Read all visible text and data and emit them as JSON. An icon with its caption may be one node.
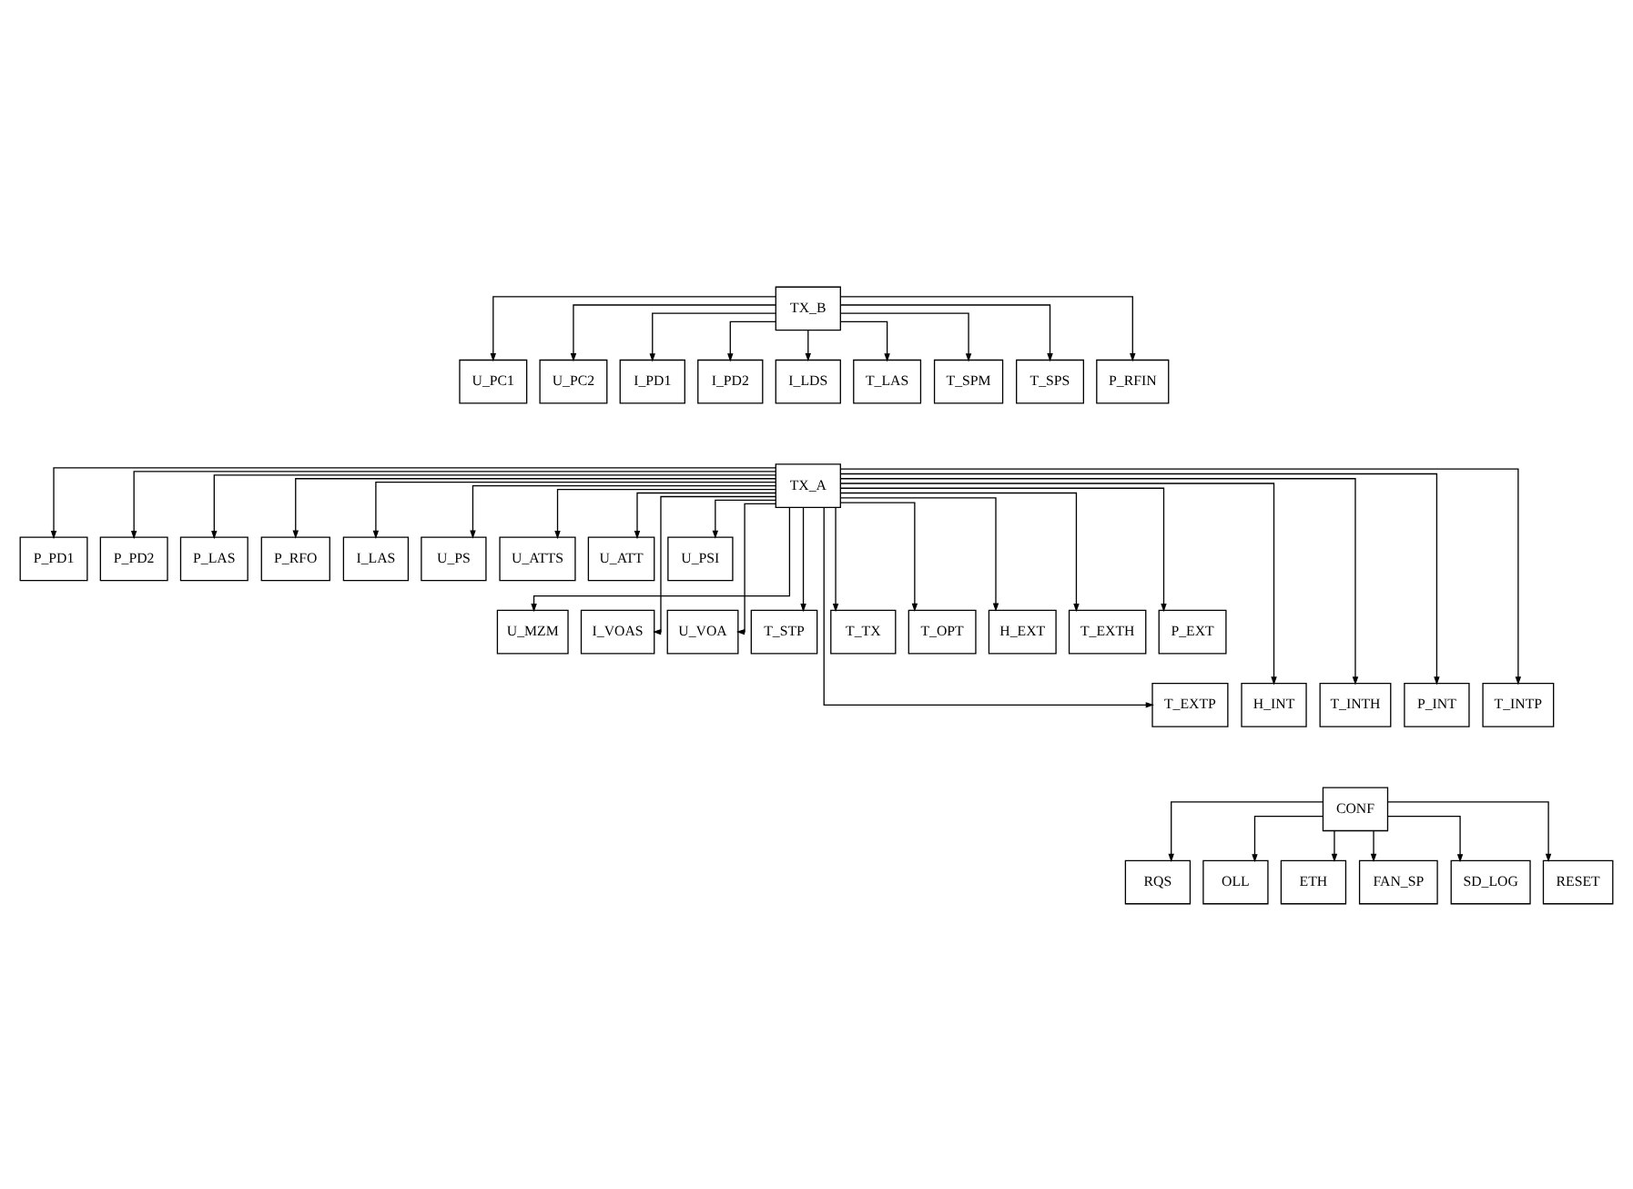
{
  "diagram": {
    "nodes": [
      {
        "text": [
          "TX_B"
        ]
      },
      {
        "text": [
          "U_PC1"
        ]
      },
      {
        "text": [
          "U_PC2"
        ]
      },
      {
        "text": [
          "I_PD1"
        ]
      },
      {
        "text": [
          "I_PD2"
        ]
      },
      {
        "text": [
          "I_LDS"
        ]
      },
      {
        "text": [
          "T_LAS"
        ]
      },
      {
        "text": [
          "T_SPM"
        ]
      },
      {
        "text": [
          "T_SPS"
        ]
      },
      {
        "text": [
          "P_RFIN"
        ]
      },
      {
        "text": [
          "TX_A"
        ]
      },
      {
        "text": [
          "P_PD1"
        ]
      },
      {
        "text": [
          "P_PD2"
        ]
      },
      {
        "text": [
          "P_LAS"
        ]
      },
      {
        "text": [
          "P_RFO"
        ]
      },
      {
        "text": [
          "I_LAS"
        ]
      },
      {
        "text": [
          "U_PS"
        ]
      },
      {
        "text": [
          "U_ATTS"
        ]
      },
      {
        "text": [
          "U_ATT"
        ]
      },
      {
        "text": [
          "U_PSI"
        ]
      },
      {
        "text": [
          "U_MZM"
        ]
      },
      {
        "text": [
          "I_VOAS"
        ]
      },
      {
        "text": [
          "U_VOA"
        ]
      },
      {
        "text": [
          "T_STP"
        ]
      },
      {
        "text": [
          "T_TX"
        ]
      },
      {
        "text": [
          "T_OPT"
        ]
      },
      {
        "text": [
          "H_EXT"
        ]
      },
      {
        "text": [
          "T_EXTH"
        ]
      },
      {
        "text": [
          "P_EXT"
        ]
      },
      {
        "text": [
          "T_EXTP"
        ]
      },
      {
        "text": [
          "H_INT"
        ]
      },
      {
        "text": [
          "T_INTH"
        ]
      },
      {
        "text": [
          "P_INT"
        ]
      },
      {
        "text": [
          "T_INTP"
        ]
      },
      {
        "text": [
          "CONF"
        ]
      },
      {
        "text": [
          "RQS"
        ]
      },
      {
        "text": [
          "OLL"
        ]
      },
      {
        "text": [
          "ETH"
        ]
      },
      {
        "text": [
          "FAN_SP"
        ]
      },
      {
        "text": [
          "SD_LOG"
        ]
      },
      {
        "text": [
          "RESET"
        ]
      }
    ],
    "edges": [
      {
        "from": 0,
        "to": 1,
        "arrow": "to"
      },
      {
        "from": 0,
        "to": 2,
        "arrow": "to"
      },
      {
        "from": 0,
        "to": 3,
        "arrow": "to"
      },
      {
        "from": 0,
        "to": 4,
        "arrow": "to"
      },
      {
        "from": 0,
        "to": 5,
        "arrow": "to"
      },
      {
        "from": 0,
        "to": 6,
        "arrow": "to"
      },
      {
        "from": 0,
        "to": 7,
        "arrow": "to"
      },
      {
        "from": 0,
        "to": 8,
        "arrow": "to"
      },
      {
        "from": 0,
        "to": 9,
        "arrow": "to"
      },
      {
        "from": 10,
        "to": 11,
        "arrow": "to"
      },
      {
        "from": 10,
        "to": 12,
        "arrow": "to"
      },
      {
        "from": 10,
        "to": 13,
        "arrow": "to"
      },
      {
        "from": 10,
        "to": 14,
        "arrow": "to"
      },
      {
        "from": 10,
        "to": 15,
        "arrow": "to"
      },
      {
        "from": 10,
        "to": 16,
        "arrow": "to"
      },
      {
        "from": 10,
        "to": 17,
        "arrow": "to"
      },
      {
        "from": 10,
        "to": 18,
        "arrow": "to"
      },
      {
        "from": 10,
        "to": 19,
        "arrow": "to"
      },
      {
        "from": 10,
        "to": 20,
        "arrow": "to"
      },
      {
        "from": 10,
        "to": 21,
        "arrow": "to"
      },
      {
        "from": 10,
        "to": 22,
        "arrow": "to"
      },
      {
        "from": 10,
        "to": 23,
        "arrow": "to"
      },
      {
        "from": 10,
        "to": 24,
        "arrow": "to"
      },
      {
        "from": 10,
        "to": 25,
        "arrow": "to"
      },
      {
        "from": 10,
        "to": 26,
        "arrow": "to"
      },
      {
        "from": 10,
        "to": 27,
        "arrow": "to"
      },
      {
        "from": 10,
        "to": 28,
        "arrow": "to"
      },
      {
        "from": 10,
        "to": 29,
        "arrow": "to"
      },
      {
        "from": 10,
        "to": 30,
        "arrow": "to"
      },
      {
        "from": 10,
        "to": 31,
        "arrow": "to"
      },
      {
        "from": 10,
        "to": 32,
        "arrow": "to"
      },
      {
        "from": 10,
        "to": 33,
        "arrow": "to"
      },
      {
        "from": 34,
        "to": 35,
        "arrow": "to"
      },
      {
        "from": 34,
        "to": 36,
        "arrow": "to"
      },
      {
        "from": 34,
        "to": 37,
        "arrow": "to"
      },
      {
        "from": 34,
        "to": 38,
        "arrow": "to"
      },
      {
        "from": 34,
        "to": 39,
        "arrow": "to"
      },
      {
        "from": 34,
        "to": 40,
        "arrow": "to"
      }
    ]
  }
}
